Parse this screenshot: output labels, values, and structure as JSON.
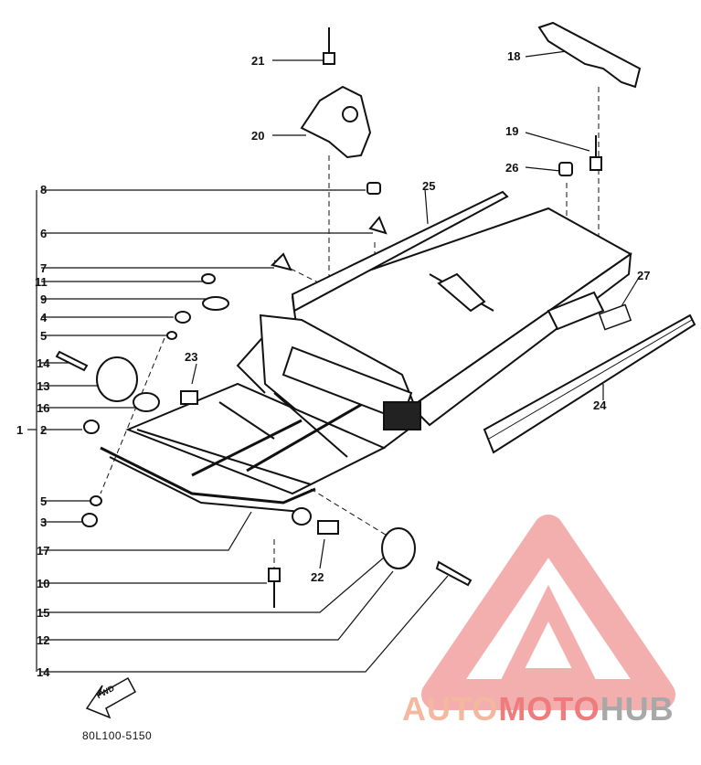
{
  "callouts": [
    {
      "num": "21"
    },
    {
      "num": "18"
    },
    {
      "num": "20"
    },
    {
      "num": "19"
    },
    {
      "num": "26"
    },
    {
      "num": "25"
    },
    {
      "num": "8"
    },
    {
      "num": "6"
    },
    {
      "num": "7"
    },
    {
      "num": "11"
    },
    {
      "num": "9"
    },
    {
      "num": "4"
    },
    {
      "num": "5"
    },
    {
      "num": "14"
    },
    {
      "num": "13"
    },
    {
      "num": "16"
    },
    {
      "num": "23"
    },
    {
      "num": "27"
    },
    {
      "num": "24"
    },
    {
      "num": "1"
    },
    {
      "num": "2"
    },
    {
      "num": "5"
    },
    {
      "num": "3"
    },
    {
      "num": "17"
    },
    {
      "num": "22"
    },
    {
      "num": "10"
    },
    {
      "num": "15"
    },
    {
      "num": "12"
    },
    {
      "num": "14"
    }
  ],
  "fwd_label": "FWD",
  "part_code": "80L100-5150",
  "watermark": {
    "part1": "AUTO",
    "part2": "MOTO",
    "part3": "HUB"
  },
  "colors": {
    "line": "#111111",
    "logo_fill": "#f0a0a0",
    "logo_pink": "#ef7c7c",
    "logo_peach": "#f4b8a0",
    "logo_gray": "#a8a8a8"
  }
}
